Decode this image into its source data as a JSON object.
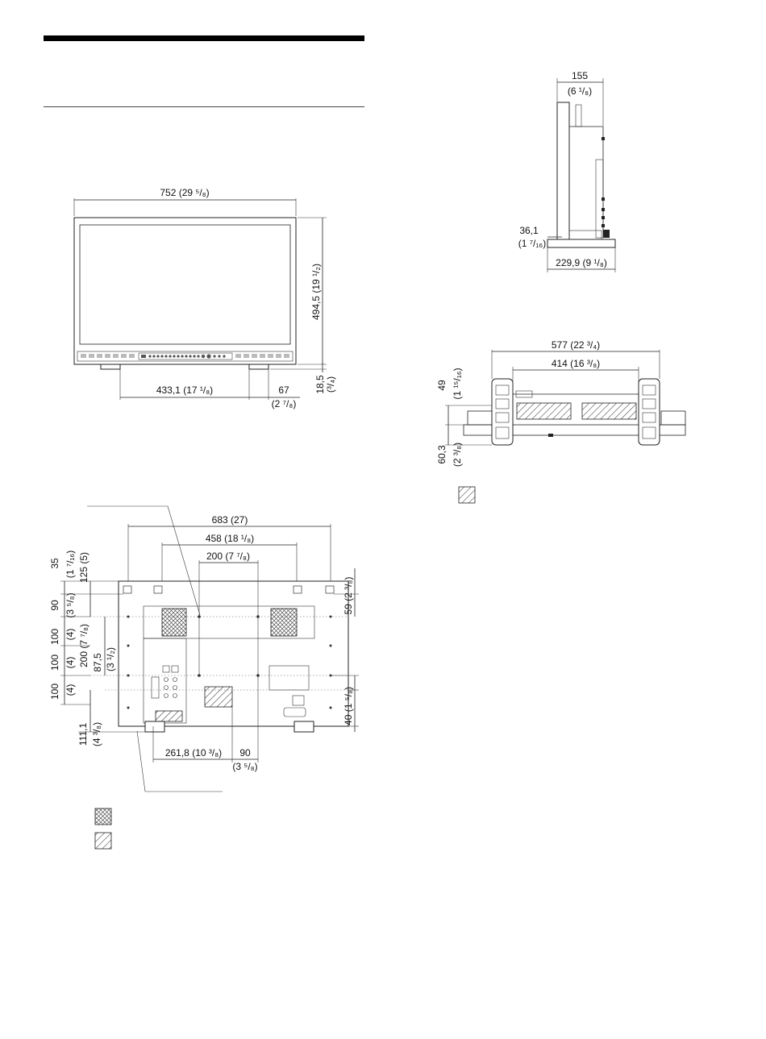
{
  "front_view": {
    "width": "752 (29 ⁵/₈)",
    "height": "494,5 (19 ¹/₂)",
    "foot_span": "433,1 (17 ¹/₈)",
    "foot_offset": "67",
    "foot_offset_inch": "(2 ⁷/₈)",
    "foot_height": "18,5",
    "foot_height_inch": "(³/₄)"
  },
  "side_view": {
    "depth_top": "155",
    "depth_top_inch": "(6 ¹/₈)",
    "stand_offset": "36,1",
    "stand_offset_inch": "(1 ⁷/₁₆)",
    "stand_depth": "229,9 (9 ¹/₈)"
  },
  "bottom_view": {
    "width": "577 (22 ³/₄)",
    "inner_width": "414 (16 ³/₈)",
    "height_a": "49",
    "height_a_inch": "(1 ¹⁵/₁₆)",
    "height_b": "60,3",
    "height_b_inch": "(2 ³/₈)"
  },
  "rear_view": {
    "w683": "683 (27)",
    "w458": "458 (18 ¹/₈)",
    "w200": "200 (7 ⁷/₈)",
    "l35": "35",
    "l35_inch": "(1 ⁷/₁₆)",
    "l125": "125 (5)",
    "l90": "90",
    "l90_inch": "(3 ⁵/₈)",
    "l100a": "100",
    "l100a_inch": "(4)",
    "l100b": "100",
    "l100b_inch": "(4)",
    "l100c": "100",
    "l100c_inch": "(4)",
    "l200": "200 (7 ⁷/₈)",
    "l87": "87,5",
    "l87_inch": "(3 ¹/₂)",
    "l111": "111,1",
    "l111_inch": "(4 ³/₈)",
    "r59": "59 (2 ³/₈)",
    "r40": "40 (1 ⁵/₈)",
    "b261": "261,8 (10 ³/₈)",
    "b90": "90",
    "b90_inch": "(3 ⁵/₈)"
  }
}
